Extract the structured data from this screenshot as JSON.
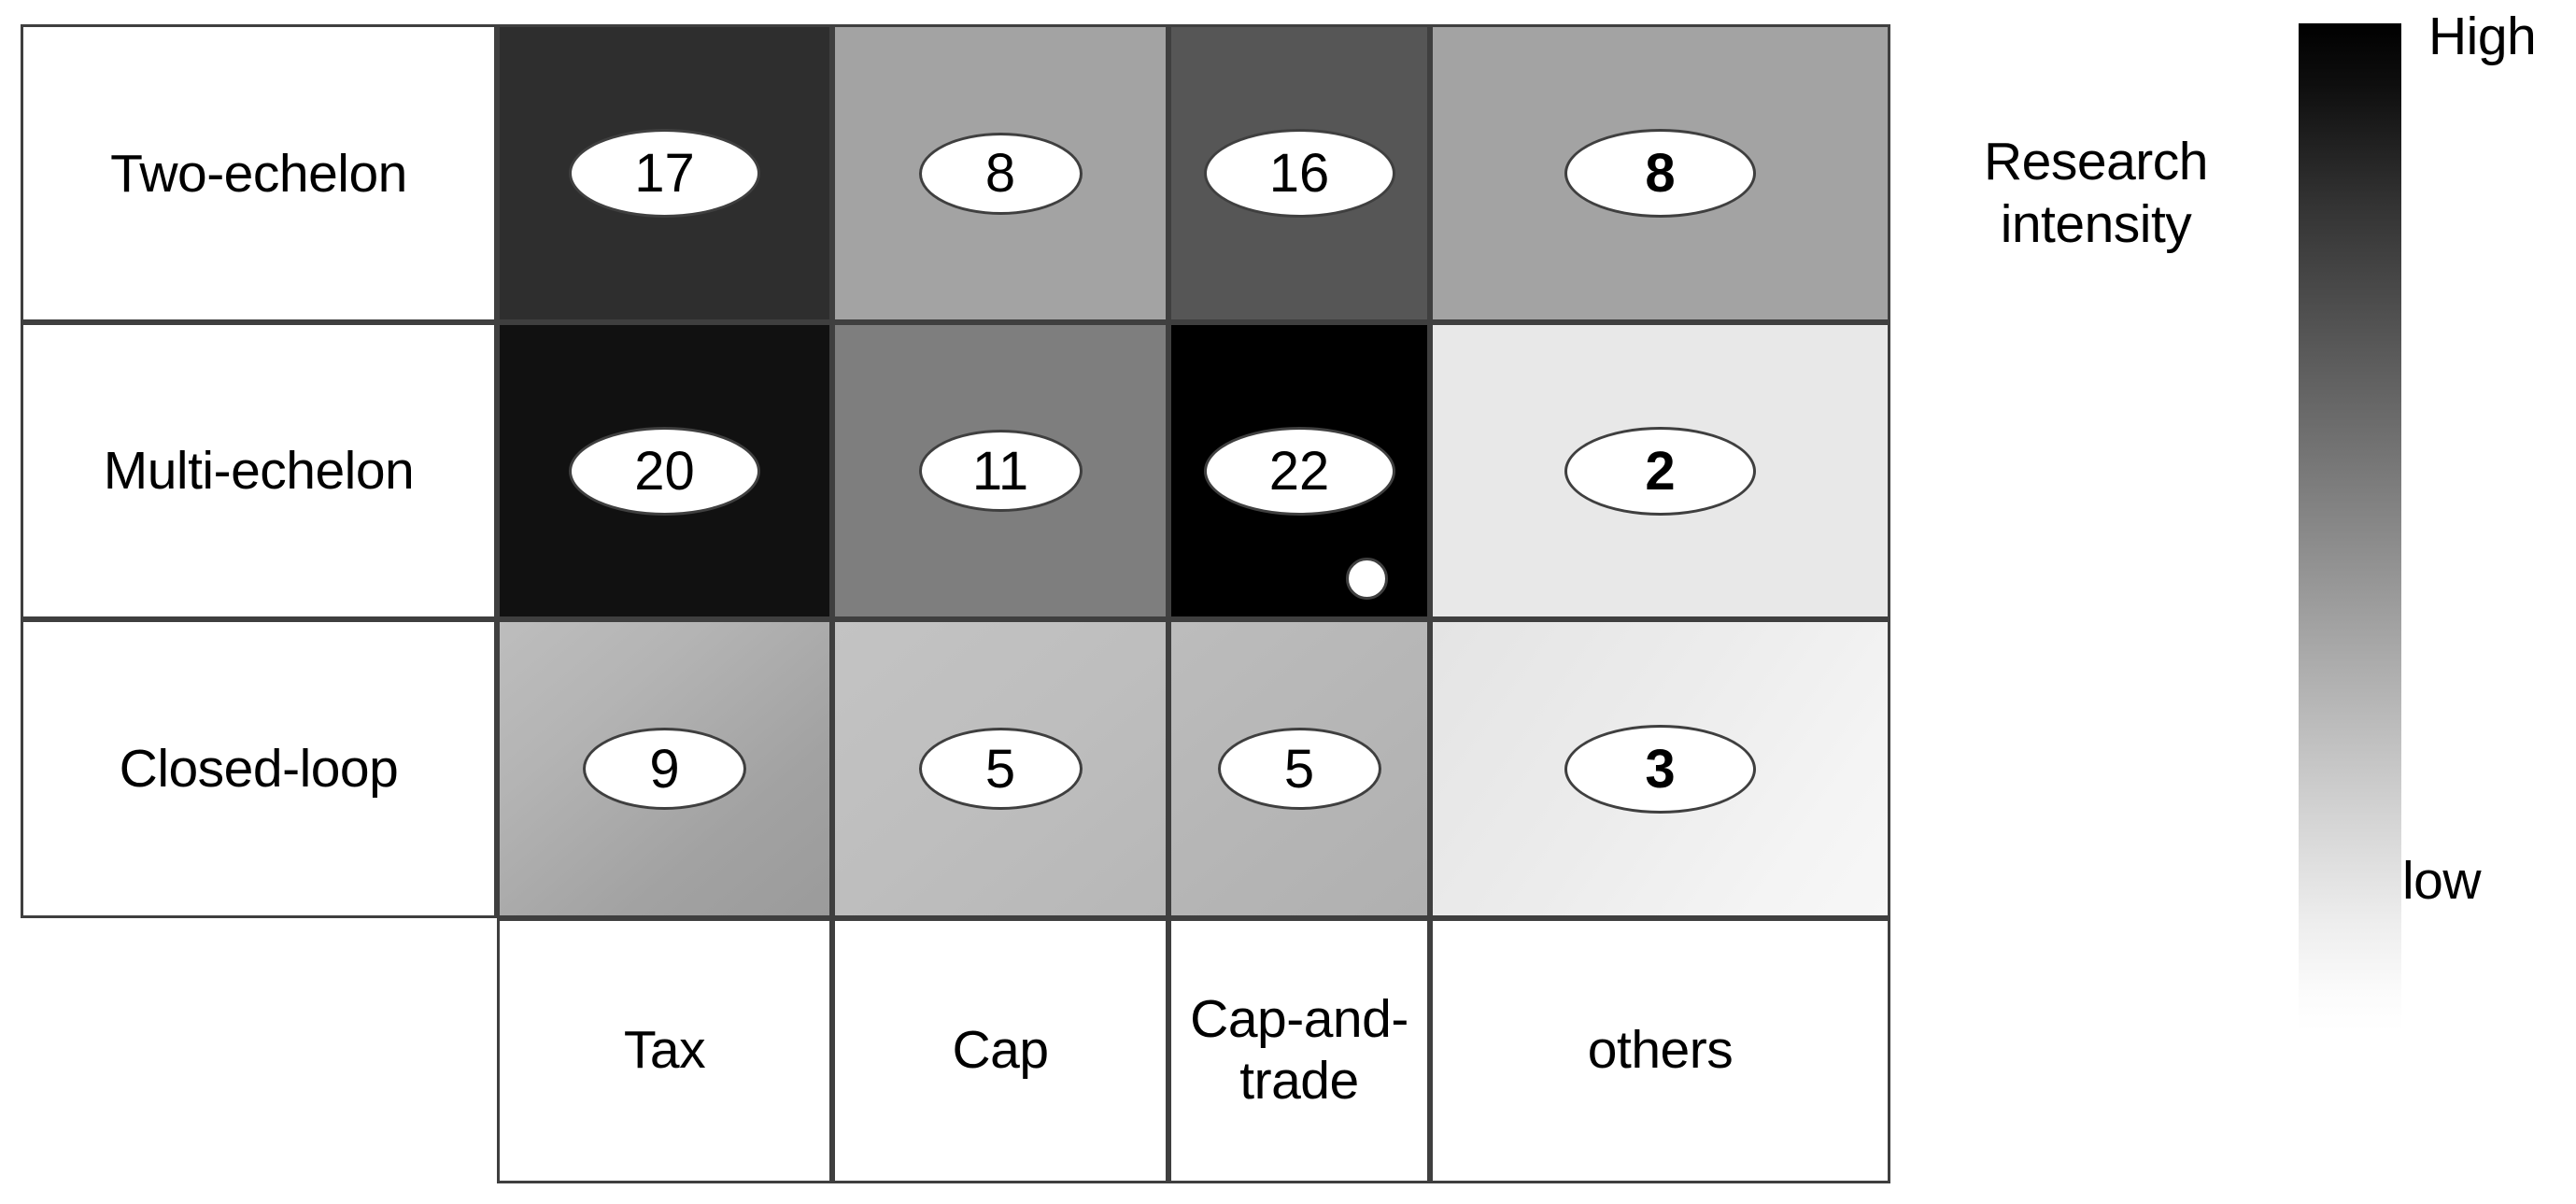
{
  "chart_data": {
    "type": "heatmap",
    "title": "",
    "xlabel": "",
    "ylabel": "",
    "row_categories": [
      "Two-echelon",
      "Multi-echelon",
      "Closed-loop"
    ],
    "col_categories": [
      "Tax",
      "Cap",
      "Cap-and-trade",
      "others"
    ],
    "values": [
      [
        17,
        8,
        16,
        8
      ],
      [
        20,
        11,
        22,
        2
      ],
      [
        9,
        5,
        5,
        3
      ]
    ],
    "cell_shade_hex": [
      [
        "#2e2e2e",
        "#a3a3a3",
        "#565656",
        "#a3a3a3"
      ],
      [
        "#111111",
        "#7e7e7e",
        "#000000",
        "#e8e8e8"
      ],
      [
        "#acacac",
        "#bcbcbc",
        "#b6b6b6",
        "#efefef"
      ]
    ],
    "annotations": [
      "white dot marker in Multi-echelon / Cap-and-trade cell"
    ],
    "legend": {
      "title": "Research intensity",
      "title_line1": "Research",
      "title_line2": "intensity",
      "high_label": "High",
      "low_label": "low",
      "position": "right",
      "gradient_from_hex": "#000000",
      "gradient_to_hex": "#ffffff"
    },
    "grid": true
  },
  "matrix": {
    "rows": [
      {
        "label": "Two-echelon",
        "cells": [
          {
            "value": "17",
            "bold": false,
            "dot": false
          },
          {
            "value": "8",
            "bold": false,
            "dot": false
          },
          {
            "value": "16",
            "bold": false,
            "dot": false
          },
          {
            "value": "8",
            "bold": true,
            "dot": false
          }
        ]
      },
      {
        "label": "Multi-echelon",
        "cells": [
          {
            "value": "20",
            "bold": false,
            "dot": false
          },
          {
            "value": "11",
            "bold": false,
            "dot": false
          },
          {
            "value": "22",
            "bold": false,
            "dot": true
          },
          {
            "value": "2",
            "bold": true,
            "dot": false
          }
        ]
      },
      {
        "label": "Closed-loop",
        "cells": [
          {
            "value": "9",
            "bold": false,
            "dot": false
          },
          {
            "value": "5",
            "bold": false,
            "dot": false
          },
          {
            "value": "5",
            "bold": false,
            "dot": false
          },
          {
            "value": "3",
            "bold": true,
            "dot": false
          }
        ]
      }
    ],
    "columns": [
      {
        "label": "Tax"
      },
      {
        "label": "Cap"
      },
      {
        "label_line1": "Cap-and-",
        "label_line2": "trade"
      },
      {
        "label": "others"
      }
    ]
  },
  "legend": {
    "title_line1": "Research",
    "title_line2": "intensity",
    "high": "High",
    "low": "low"
  }
}
